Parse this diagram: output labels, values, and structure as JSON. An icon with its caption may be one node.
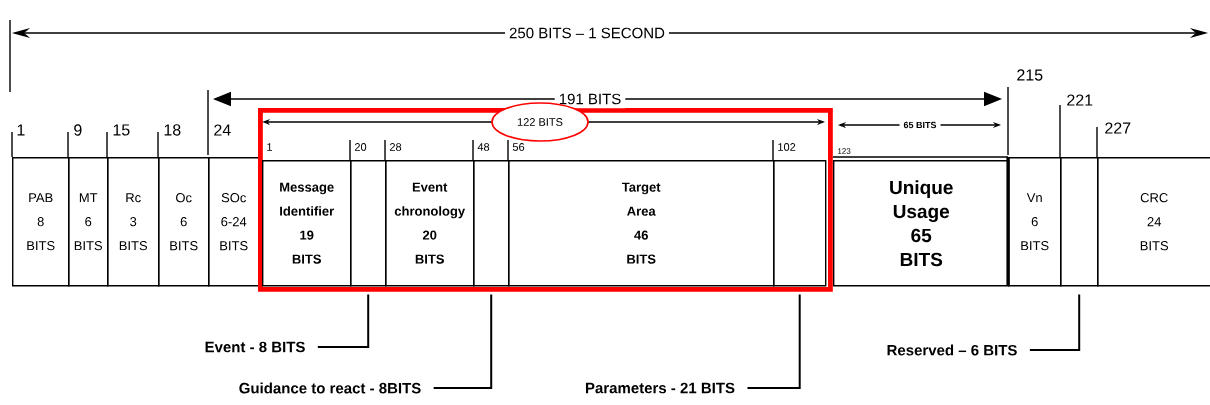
{
  "diagram": {
    "nodes": [
      {
        "text": [
          "PAB 8 BITS"
        ],
        "beside": [
          "1"
        ]
      },
      {
        "text": [
          "MT 6 BITS"
        ],
        "beside": [
          "9"
        ]
      },
      {
        "text": [
          "Rc 3 BITS"
        ],
        "beside": [
          "15"
        ]
      },
      {
        "text": [
          "Oc 6 BITS"
        ],
        "beside": [
          "18"
        ]
      },
      {
        "text": [
          "SOc 6-24 BITS"
        ],
        "beside": [
          "24"
        ]
      },
      {
        "text": [],
        "shape": "box"
      },
      {
        "text": [
          "Message Identifier 19 BITS"
        ],
        "beside": [
          "1"
        ],
        "in": 5
      },
      {
        "text": [],
        "shape": "box",
        "beside": [
          "20"
        ],
        "in": 5
      },
      {
        "text": [
          "Event chronology 20 BITS"
        ],
        "beside": [
          "28"
        ],
        "in": 5
      },
      {
        "text": [],
        "shape": "box",
        "beside": [
          "48"
        ],
        "in": 5
      },
      {
        "text": [
          "Target Area 46 BITS"
        ],
        "beside": [
          "56"
        ],
        "in": 5
      },
      {
        "text": [],
        "shape": "box",
        "beside": [
          "102"
        ],
        "in": 5
      },
      {
        "text": [
          "Unique Usage 65 BITS"
        ],
        "beside": [
          "123"
        ]
      },
      {
        "text": [
          "Vn 6 BITS"
        ]
      },
      {
        "text": [],
        "shape": "box",
        "beside": [
          "221"
        ]
      },
      {
        "text": [
          "CRC 24 BITS"
        ],
        "beside": [
          "227"
        ]
      },
      {
        "text": [
          "Event - 8 BITS"
        ]
      },
      {
        "text": [
          "Guidance to react - 8BITS"
        ]
      },
      {
        "text": [
          "Parameters - 21 BITS"
        ]
      },
      {
        "text": [
          "Reserved – 6 BITS"
        ]
      }
    ],
    "edges": [
      {
        "from": 16,
        "to": 7,
        "arrow": "none"
      },
      {
        "from": 17,
        "to": 9,
        "arrow": "none"
      },
      {
        "from": 18,
        "to": 11,
        "arrow": "none"
      },
      {
        "from": 19,
        "to": 14,
        "arrow": "none"
      }
    ],
    "labels": [
      "250 BITS – 1 SECOND",
      "191 BITS",
      "215",
      "122 BITS",
      "65 BITS"
    ]
  }
}
